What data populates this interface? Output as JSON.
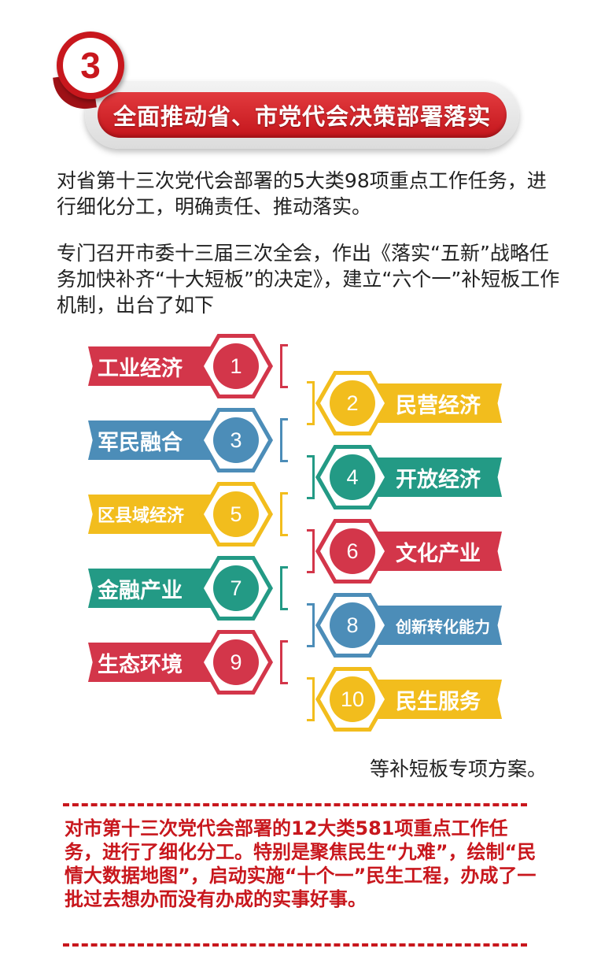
{
  "header": {
    "badge_number": "3",
    "title": "全面推动省、市党代会决策部署落实"
  },
  "paragraphs": {
    "p1": "对省第十三次党代会部署的5大类98项重点工作任务，进行细化分工，明确责任、推动落实。",
    "p2": "专门召开市委十三届三次全会，作出《落实“五新”战略任务加快补齐“十大短板”的决定》，建立“六个一”补短板工作机制，出台了如下"
  },
  "shortboards": [
    {
      "num": "1",
      "label": "工业经济",
      "side": "left",
      "color": "#d3364a"
    },
    {
      "num": "2",
      "label": "民营经济",
      "side": "right",
      "color": "#f2bd1d"
    },
    {
      "num": "3",
      "label": "军民融合",
      "side": "left",
      "color": "#4c8db8"
    },
    {
      "num": "4",
      "label": "开放经济",
      "side": "right",
      "color": "#239a85"
    },
    {
      "num": "5",
      "label": "区县域经济",
      "side": "left",
      "color": "#f2bd1d"
    },
    {
      "num": "6",
      "label": "文化产业",
      "side": "right",
      "color": "#d3364a"
    },
    {
      "num": "7",
      "label": "金融产业",
      "side": "left",
      "color": "#239a85"
    },
    {
      "num": "8",
      "label": "创新转化能力",
      "side": "right",
      "color": "#4c8db8"
    },
    {
      "num": "9",
      "label": "生态环境",
      "side": "left",
      "color": "#d3364a"
    },
    {
      "num": "10",
      "label": "民生服务",
      "side": "right",
      "color": "#f2bd1d"
    }
  ],
  "closing": "等补短板专项方案。",
  "summary": "对市第十三次党代会部署的12大类581项重点工作任务，进行了细化分工。特别是聚焦民生“九难”，绘制“民情大数据地图”，启动实施“十个一”民生工程，办成了一批过去想办而没有办成的实事好事。",
  "colors": {
    "accent_red": "#c8171d",
    "red": "#d3364a",
    "yellow": "#f2bd1d",
    "blue": "#4c8db8",
    "teal": "#239a85"
  }
}
